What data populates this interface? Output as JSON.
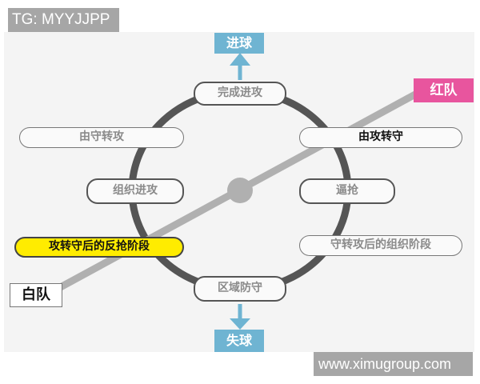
{
  "overlay": {
    "tag_label": "TG: MYYJJPP",
    "watermark": "www.ximugroup.com"
  },
  "diagram": {
    "outcomes": {
      "goal_scored": "进球",
      "goal_conceded": "失球"
    },
    "teams": {
      "red": "红队",
      "white": "白队"
    },
    "cycle_nodes": {
      "top": "完成进攻",
      "left": "组织进攻",
      "right": "逼抢",
      "bottom": "区域防守"
    },
    "transition_labels": {
      "defense_to_attack": "由守转攻",
      "attack_to_defense": "由攻转守",
      "counter_press_phase": "攻转守后的反抢阶段",
      "organize_after_transition": "守转攻后的组织阶段"
    },
    "colors": {
      "blue": "#6fb4d2",
      "red": "#e8559e",
      "yellow": "#ffec00",
      "ring": "#555555",
      "team_line": "#b0b0b0"
    }
  }
}
